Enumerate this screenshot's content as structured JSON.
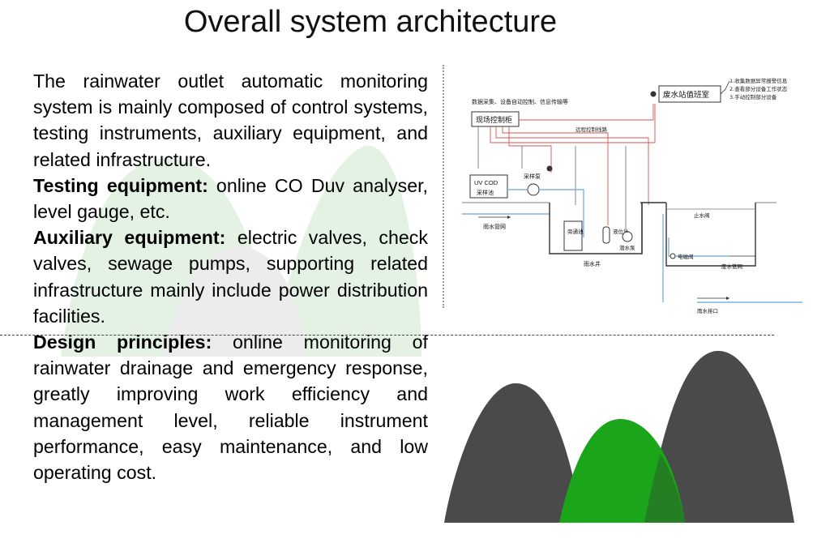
{
  "title": "Overall system architecture",
  "paragraphs": [
    {
      "label": "",
      "text": "The rainwater outlet automatic monitoring system is mainly composed of control systems, testing instruments, auxiliary equipment, and related infrastructure."
    },
    {
      "label": "Testing equipment:",
      "text": " online CO Duv analyser, level gauge, etc."
    },
    {
      "label": "Auxiliary equipment:",
      "text": " electric valves, check valves, sewage pumps, supporting related infrastructure mainly include power distribution facilities."
    },
    {
      "label": "Design principles:",
      "text": " online monitoring of rainwater drainage and emergency response, greatly improving work efficiency and management level, reliable instrument performance, easy maintenance, and low operating cost."
    }
  ],
  "diagram": {
    "top_note": "数据采集、设备自动控制、信息传输等",
    "field_cabinet": "现场控制柜",
    "remote_line": "远程控制线路",
    "station_room": "废水站值班室",
    "station_notes": [
      "1.收集数据异常报警信息",
      "2.查看部分设备工作状态",
      "3.手动控制部分设备"
    ],
    "uv_cod": "UV COD",
    "sampling_pool": "采样池",
    "sampling_pump": "采样泵",
    "rain_pipe": "雨水管网",
    "bypass_pool": "旁通池",
    "level_meter": "液位计",
    "sewage_pump": "潜水泵",
    "stop_valve": "止水阀",
    "electric_valve": "电磁阀",
    "wastewater_pipe": "废水管网",
    "rain_well": "雨水井",
    "rain_outlet": "雨水排口"
  },
  "colors": {
    "dark_grey": "#4a4a4a",
    "bright_green": "#1aa51a",
    "pale_green": "#e4f2e4",
    "pale_grey": "#ececec",
    "pipe_red": "#d9534f",
    "pipe_blue": "#7fb3e6"
  }
}
